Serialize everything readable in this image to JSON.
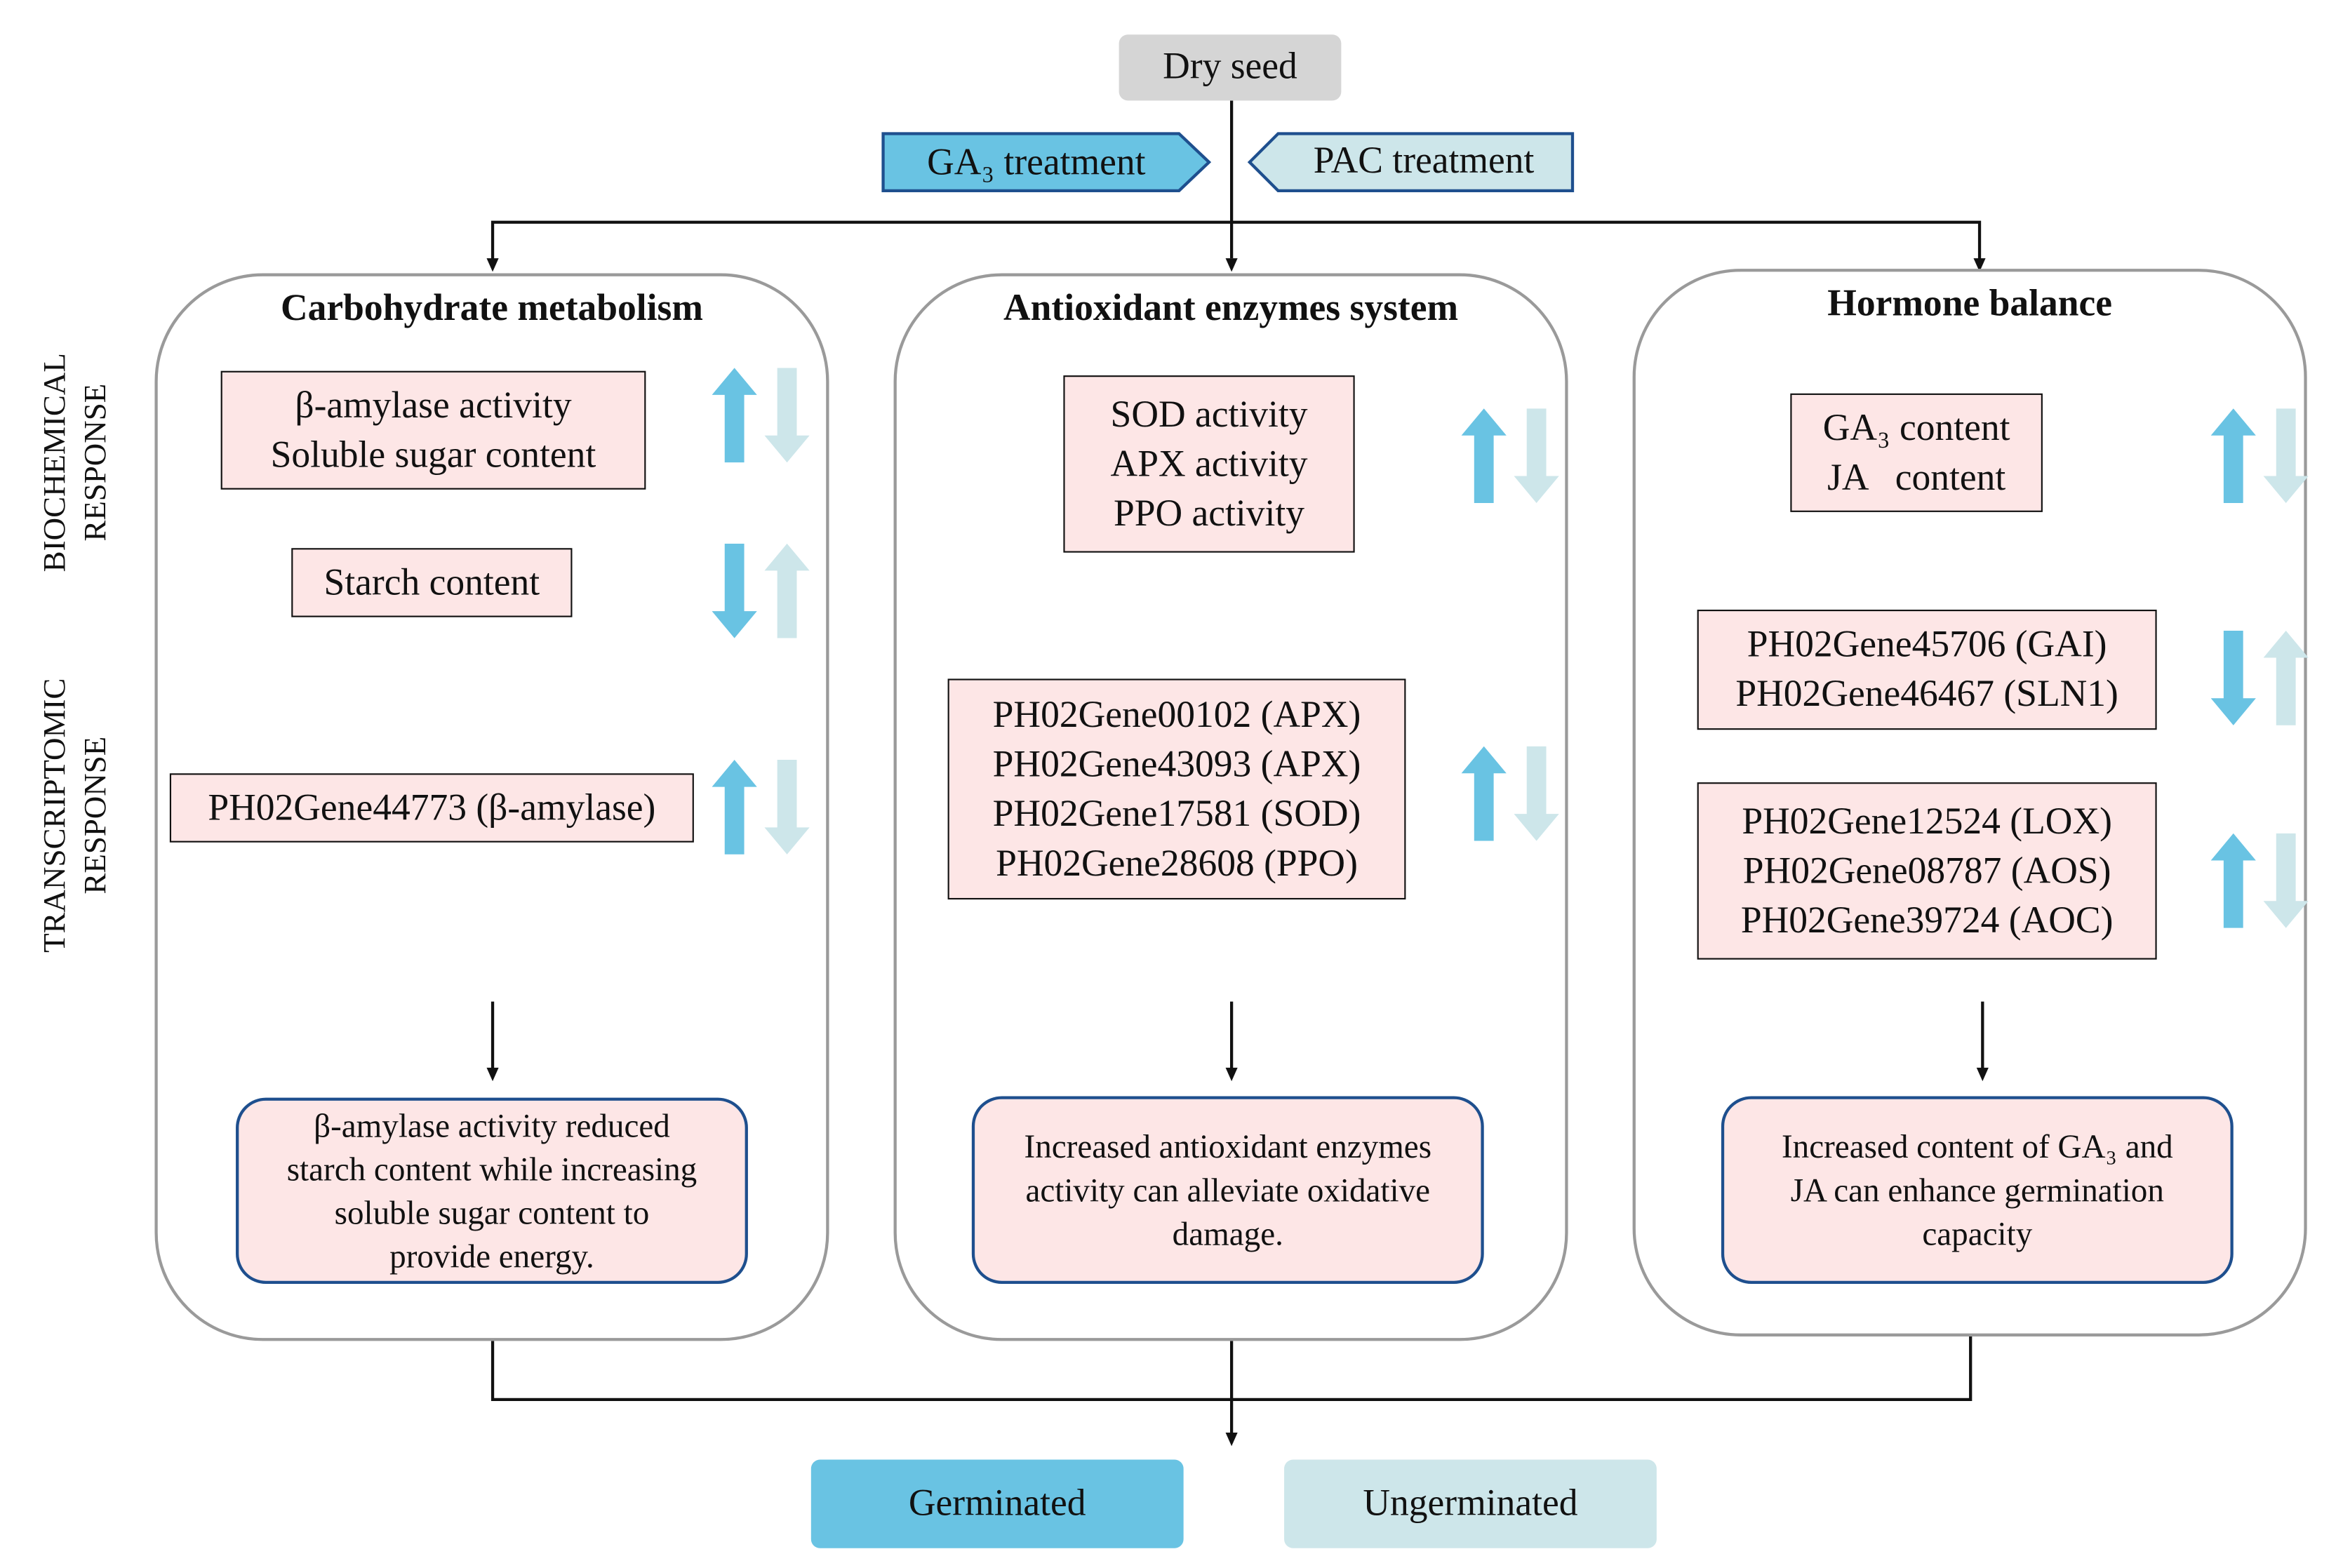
{
  "colors": {
    "germinated": "#69c3e3",
    "ungerminated": "#cde6ea",
    "box_fill": "#fde6e6",
    "summary_border": "#1e4f8e",
    "panel_border": "#9a9a9a",
    "seed_fill": "#d5d5d5"
  },
  "top": {
    "dry_seed": "Dry seed",
    "ga3_treatment": "GA₃ treatment",
    "pac_treatment": "PAC treatment"
  },
  "side_labels": {
    "biochemical": [
      "BIOCHEMICAL",
      "RESPONSE"
    ],
    "transcriptomic": [
      "TRANSCRIPTOMIC",
      "RESPONSE"
    ]
  },
  "panels": [
    {
      "title": "Carbohydrate metabolism",
      "boxes": [
        {
          "lines": [
            "β-amylase activity",
            "Soluble sugar content"
          ],
          "germinated": "up",
          "ungerminated": "down"
        },
        {
          "lines": [
            "Starch content"
          ],
          "germinated": "down",
          "ungerminated": "up"
        },
        {
          "lines": [
            "PH02Gene44773 (β-amylase)"
          ],
          "germinated": "up",
          "ungerminated": "down"
        }
      ],
      "summary": [
        "β-amylase activity reduced",
        "starch content while increasing",
        "soluble sugar content to",
        "provide energy."
      ]
    },
    {
      "title": "Antioxidant enzymes system",
      "boxes": [
        {
          "lines": [
            "SOD activity",
            "APX activity",
            "PPO activity"
          ],
          "germinated": "up",
          "ungerminated": "down"
        },
        {
          "lines": [
            "PH02Gene00102 (APX)",
            "PH02Gene43093 (APX)",
            "PH02Gene17581 (SOD)",
            "PH02Gene28608 (PPO)"
          ],
          "germinated": "up",
          "ungerminated": "down"
        }
      ],
      "summary": [
        "Increased antioxidant enzymes",
        "activity can alleviate oxidative",
        "damage."
      ]
    },
    {
      "title": "Hormone balance",
      "boxes": [
        {
          "lines": [
            "GA₃ content",
            "JA   content"
          ],
          "germinated": "up",
          "ungerminated": "down"
        },
        {
          "lines": [
            "PH02Gene45706 (GAI)",
            "PH02Gene46467 (SLN1)"
          ],
          "germinated": "down",
          "ungerminated": "up"
        },
        {
          "lines": [
            "PH02Gene12524 (LOX)",
            "PH02Gene08787 (AOS)",
            "PH02Gene39724 (AOC)"
          ],
          "germinated": "up",
          "ungerminated": "down"
        }
      ],
      "summary": [
        "Increased content of GA₃ and",
        "JA can enhance germination",
        "capacity"
      ]
    }
  ],
  "legend": {
    "germinated": "Germinated",
    "ungerminated": "Ungerminated"
  }
}
